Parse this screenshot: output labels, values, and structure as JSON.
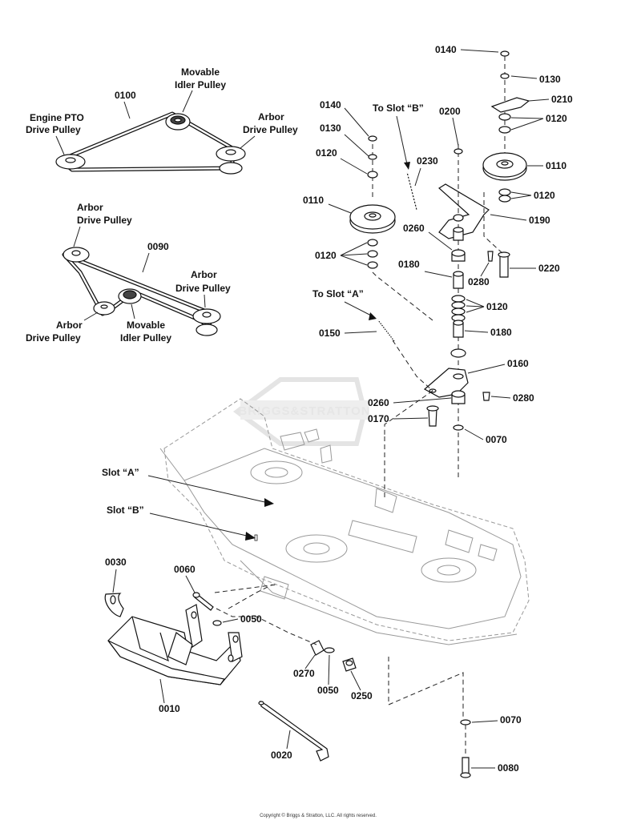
{
  "belt_diagrams": {
    "top": {
      "belt_part": "0100",
      "engine_pto_line1": "Engine PTO",
      "engine_pto_line2": "Drive Pulley",
      "movable_idler_line1": "Movable",
      "movable_idler_line2": "Idler Pulley",
      "arbor_line1": "Arbor",
      "arbor_line2": "Drive Pulley"
    },
    "bottom": {
      "belt_part": "0090",
      "arbor_left_line1": "Arbor",
      "arbor_left_line2": "Drive Pulley",
      "arbor_right_line1": "Arbor",
      "arbor_right_line2": "Drive Pulley",
      "arbor_bottom_line1": "Arbor",
      "arbor_bottom_line2": "Drive Pulley",
      "movable_idler_line1": "Movable",
      "movable_idler_line2": "Idler Pulley"
    }
  },
  "callouts": {
    "to_slot_b": "To Slot “B”",
    "to_slot_a": "To Slot “A”",
    "slot_a": "Slot “A”",
    "slot_b": "Slot “B”"
  },
  "watermark": "BRIGGS&STRATTON",
  "parts": {
    "p0140_right": "0140",
    "p0130_right": "0130",
    "p0210": "0210",
    "p0120_r1": "0120",
    "p0110_right": "0110",
    "p0120_r2": "0120",
    "p0190": "0190",
    "p0220": "0220",
    "p0140_left": "0140",
    "p0130_left": "0130",
    "p0120_left": "0120",
    "p0110_left": "0110",
    "p0120_left2": "0120",
    "p0200": "0200",
    "p0230": "0230",
    "p0260_top": "0260",
    "p0280_top": "0280",
    "p0180_top": "0180",
    "p0120_mid": "0120",
    "p0180_bot": "0180",
    "p0150": "0150",
    "p0160": "0160",
    "p0260_bot": "0260",
    "p0280_bot": "0280",
    "p0170": "0170",
    "p0070_top": "0070",
    "p0030": "0030",
    "p0060": "0060",
    "p0050_top": "0050",
    "p0270": "0270",
    "p0050_bot": "0050",
    "p0250": "0250",
    "p0010": "0010",
    "p0020": "0020",
    "p0070_bot": "0070",
    "p0080": "0080"
  },
  "copyright": "Copyright © Briggs & Stratton, LLC. All rights reserved."
}
